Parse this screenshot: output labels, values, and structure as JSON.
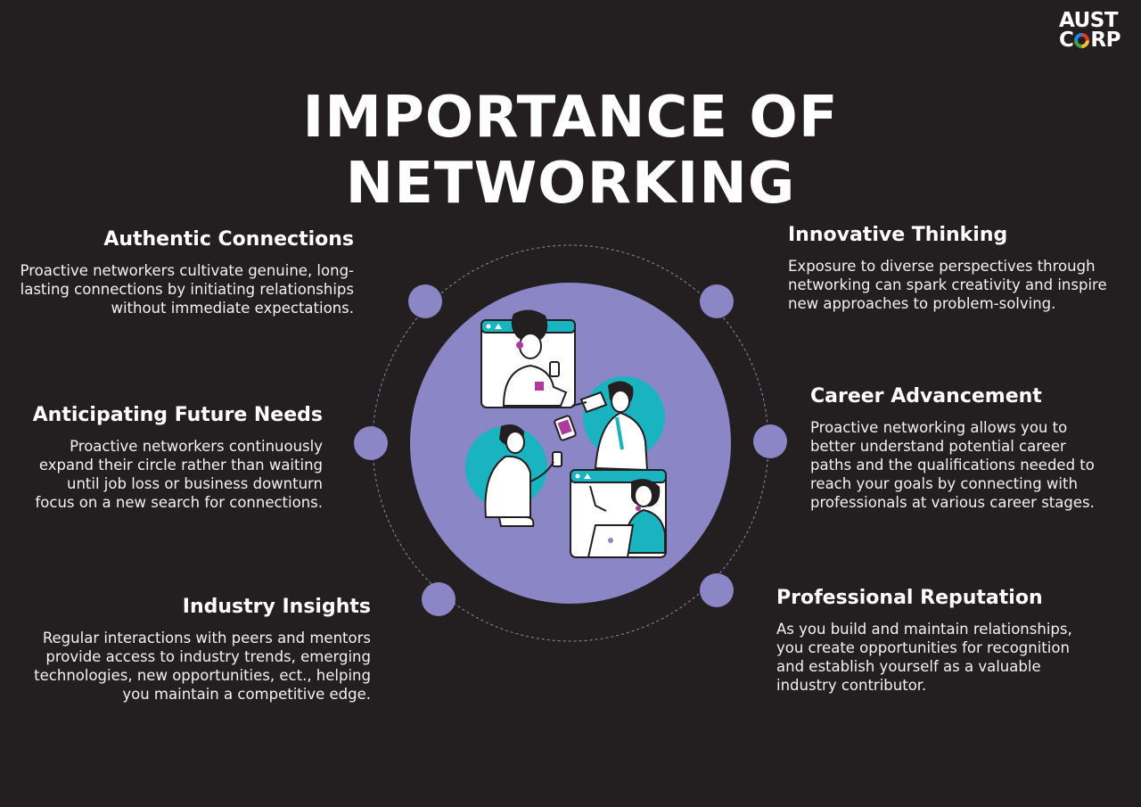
{
  "logo": {
    "line1": "AUST",
    "line2_before": "C",
    "line2_after": "RP"
  },
  "title": {
    "line1": "IMPORTANCE OF",
    "line2": "NETWORKING"
  },
  "colors": {
    "background": "#231f20",
    "accent": "#8b86c5",
    "teal": "#1ab3c0",
    "magenta": "#b03a9a"
  },
  "items": {
    "authentic": {
      "heading": "Authentic Connections",
      "text": [
        "Proactive networkers cultivate genuine, long-",
        "lasting connections by initiating relationships",
        "without immediate expectations."
      ]
    },
    "anticipating": {
      "heading": "Anticipating Future Needs",
      "text": [
        "Proactive networkers continuously",
        "expand their circle rather than waiting",
        "until job loss or business downturn",
        "focus on a new search for connections."
      ]
    },
    "industry": {
      "heading": "Industry Insights",
      "text": [
        "Regular interactions with peers and mentors",
        "provide access to industry trends, emerging",
        "technologies, new opportunities, ect., helping",
        "you maintain a competitive edge."
      ]
    },
    "innovative": {
      "heading": "Innovative Thinking",
      "text": [
        "Exposure to diverse perspectives through",
        "networking can spark creativity and inspire",
        "new approaches to problem-solving."
      ]
    },
    "career": {
      "heading": "Career Advancement",
      "text": [
        "Proactive networking allows you to",
        "better understand potential career",
        "paths and the qualifications needed to",
        "reach your goals by connecting with",
        "professionals at various career stages."
      ]
    },
    "reputation": {
      "heading": "Professional Reputation",
      "text": [
        "As you build and maintain relationships,",
        "you create opportunities for recognition",
        "and establish yourself as a valuable",
        "industry contributor."
      ]
    }
  }
}
